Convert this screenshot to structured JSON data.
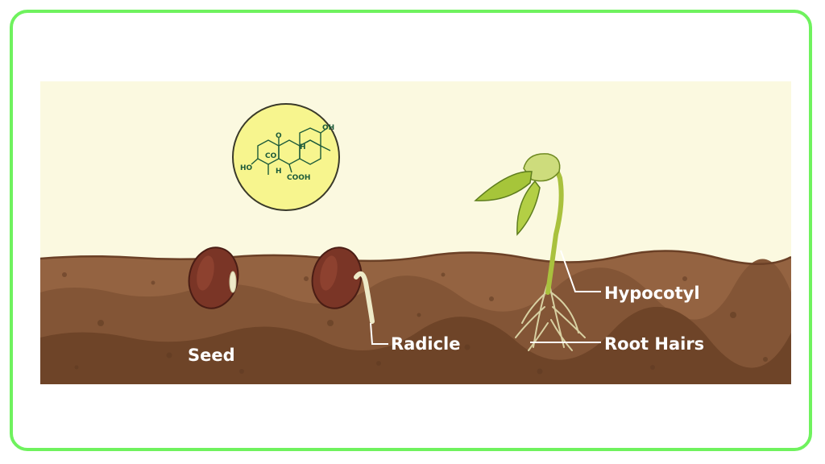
{
  "labels": {
    "seed": "Seed",
    "radicle": "Radicle",
    "hypocotyl": "Hypocotyl",
    "root_hairs": "Root Hairs"
  },
  "molecule": {
    "oh_top": "OH",
    "ho_left": "HO",
    "co": "CO",
    "h_top": "H",
    "h_bottom": "H",
    "o_top": "O",
    "cooh": "COOH"
  },
  "colors": {
    "frame_border": "#6ff25e",
    "sky": "#fbf9e0",
    "soil": "#8a5c3b",
    "soil_dark": "#6e4428",
    "seed": "#7a3526",
    "sprout": "#b8cf49",
    "molecule_fill": "#f7f58e",
    "label_text": "#ffffff"
  }
}
